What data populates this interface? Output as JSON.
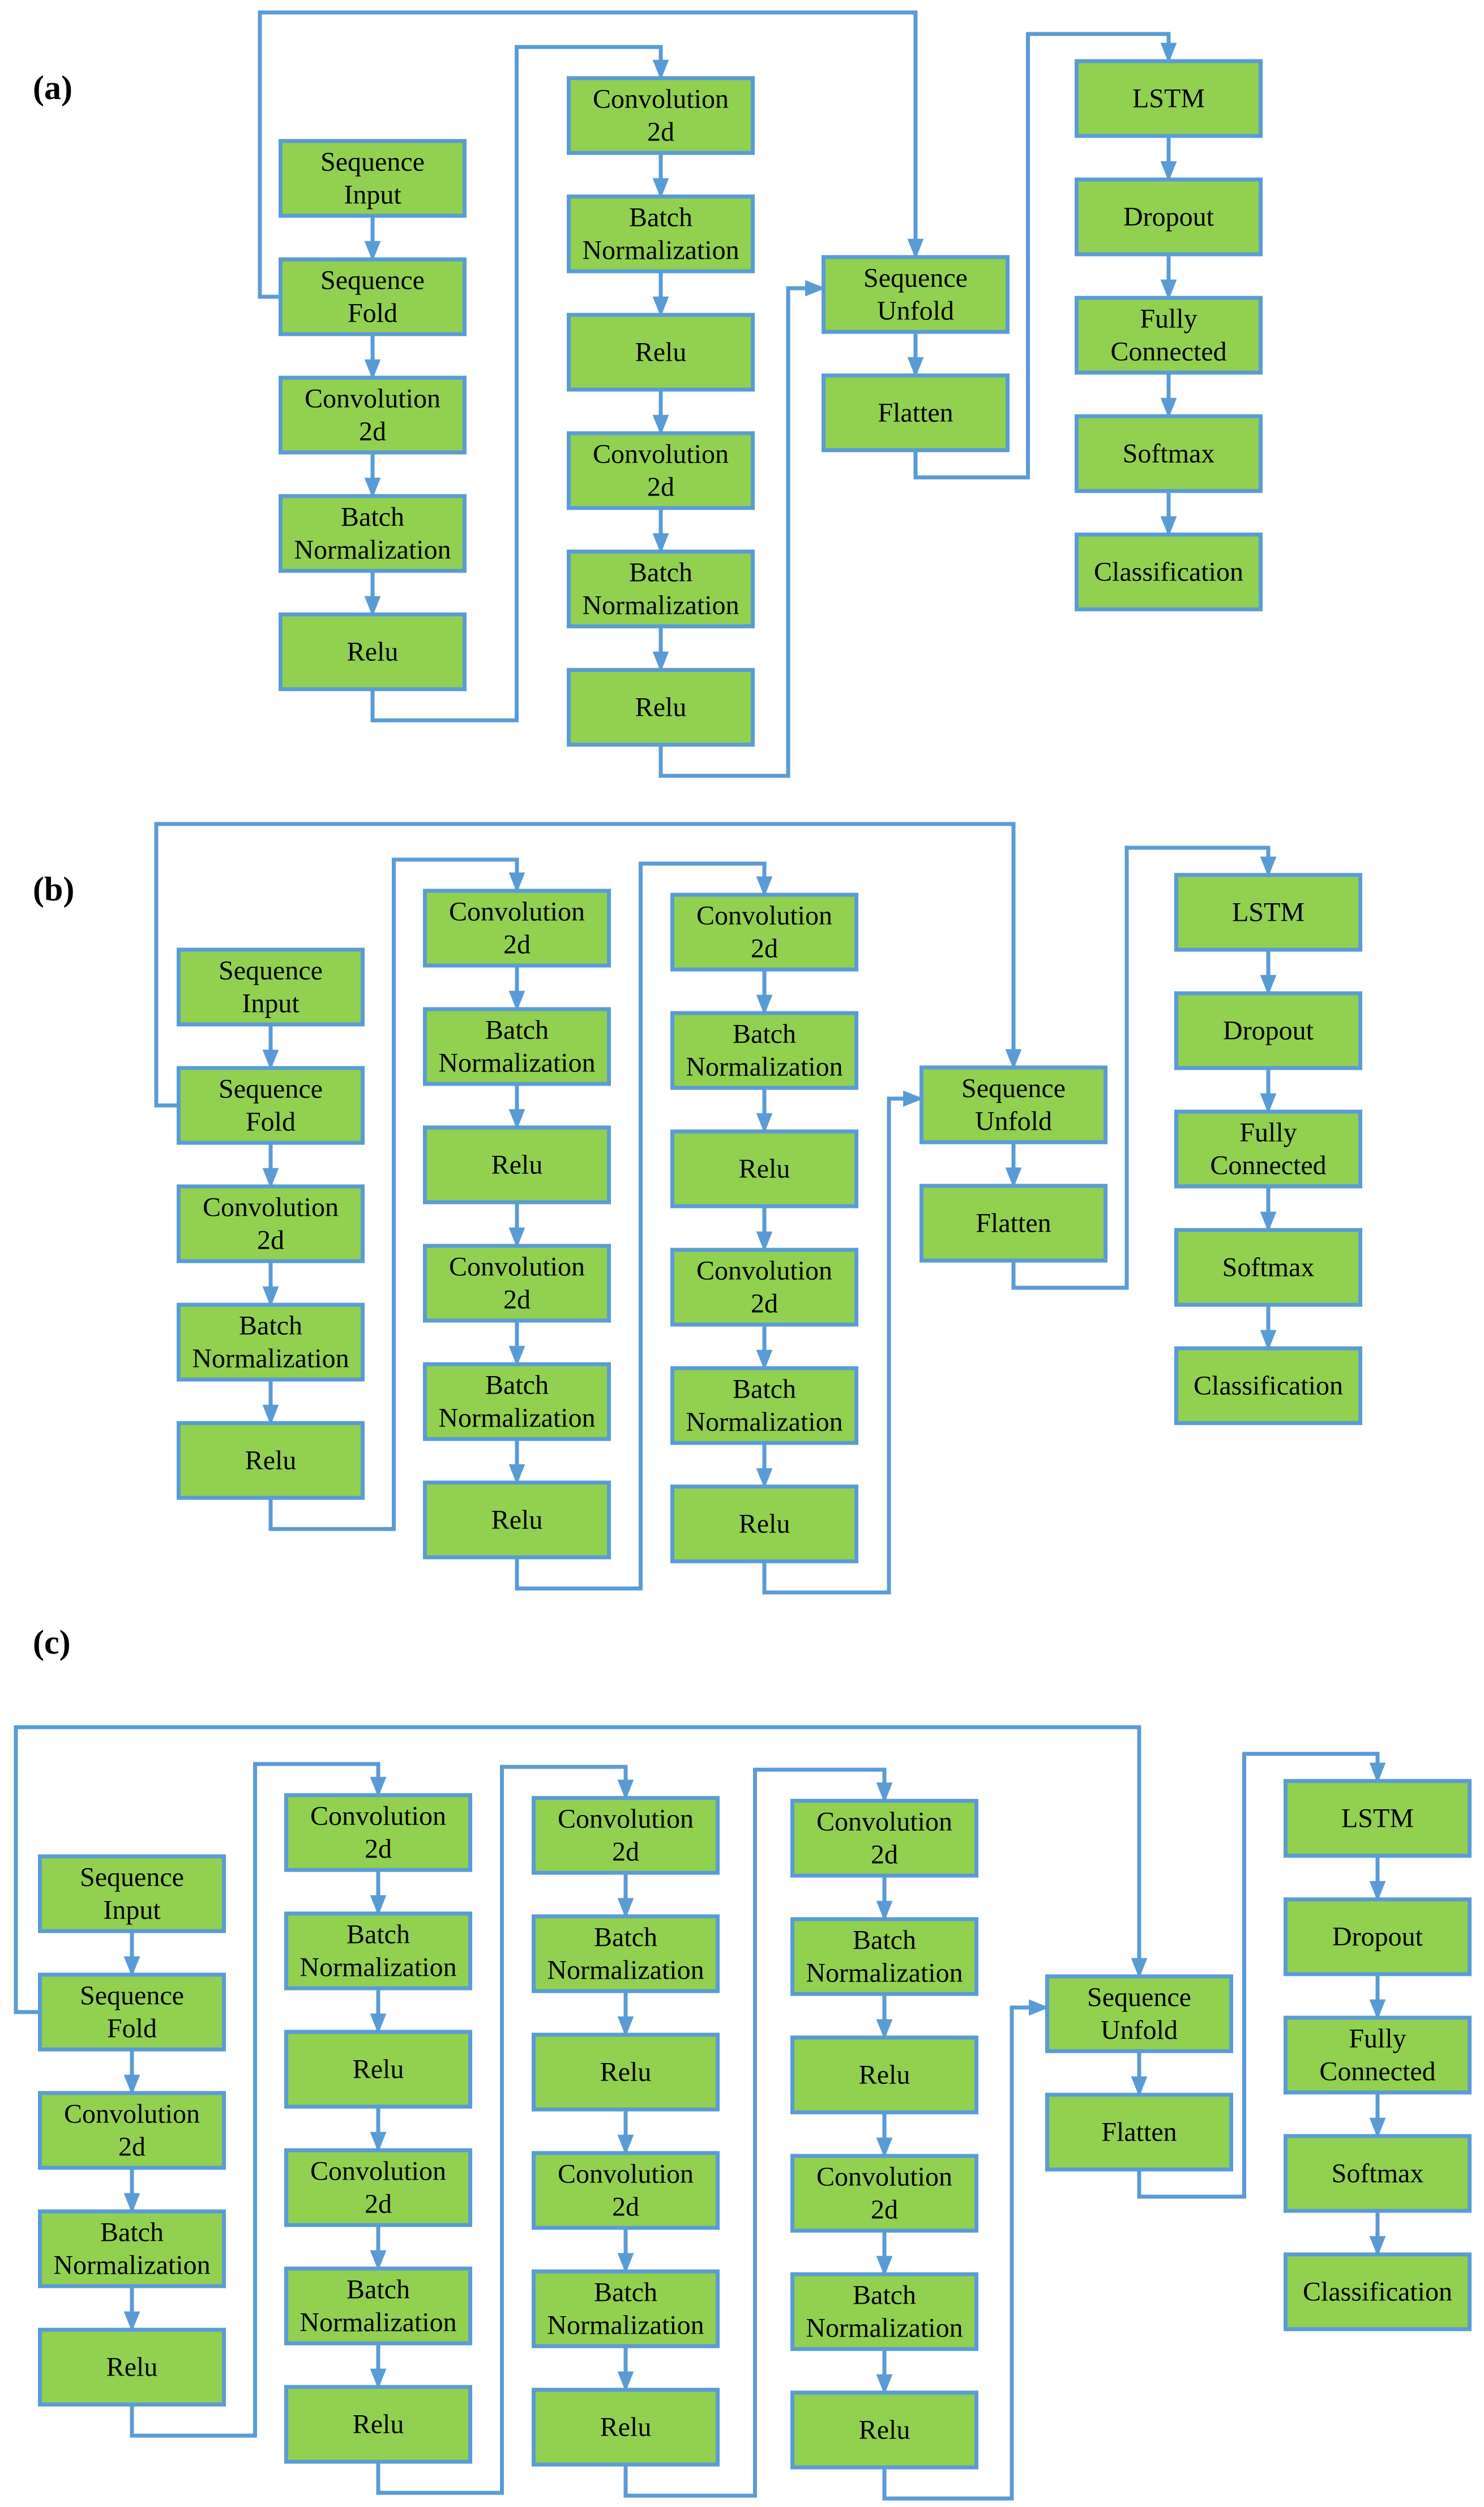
{
  "colors": {
    "box_fill": "#92D050",
    "box_border": "#5B9BD5",
    "connector": "#5B9BD5",
    "text": "#000000"
  },
  "panels": [
    {
      "label": "(a)",
      "blocks": [
        [
          "Sequence\nInput",
          "Sequence\nFold",
          "Convolution\n2d",
          "Batch\nNormalization",
          "Relu"
        ],
        [
          "Convolution\n2d",
          "Batch\nNormalization",
          "Relu",
          "Convolution\n2d",
          "Batch\nNormalization",
          "Relu"
        ],
        [
          "Sequence\nUnfold",
          "Flatten"
        ],
        [
          "LSTM",
          "Dropout",
          "Fully\nConnected",
          "Softmax",
          "Classification"
        ]
      ]
    },
    {
      "label": "(b)",
      "blocks": [
        [
          "Sequence\nInput",
          "Sequence\nFold",
          "Convolution\n2d",
          "Batch\nNormalization",
          "Relu"
        ],
        [
          "Convolution\n2d",
          "Batch\nNormalization",
          "Relu",
          "Convolution\n2d",
          "Batch\nNormalization",
          "Relu"
        ],
        [
          "Convolution\n2d",
          "Batch\nNormalization",
          "Relu",
          "Convolution\n2d",
          "Batch\nNormalization",
          "Relu"
        ],
        [
          "Sequence\nUnfold",
          "Flatten"
        ],
        [
          "LSTM",
          "Dropout",
          "Fully\nConnected",
          "Softmax",
          "Classification"
        ]
      ]
    },
    {
      "label": "(c)",
      "blocks": [
        [
          "Sequence\nInput",
          "Sequence\nFold",
          "Convolution\n2d",
          "Batch\nNormalization",
          "Relu"
        ],
        [
          "Convolution\n2d",
          "Batch\nNormalization",
          "Relu",
          "Convolution\n2d",
          "Batch\nNormalization",
          "Relu"
        ],
        [
          "Convolution\n2d",
          "Batch\nNormalization",
          "Relu",
          "Convolution\n2d",
          "Batch\nNormalization",
          "Relu"
        ],
        [
          "Convolution\n2d",
          "Batch\nNormalization",
          "Relu",
          "Convolution\n2d",
          "Batch\nNormalization",
          "Relu"
        ],
        [
          "Sequence\nUnfold",
          "Flatten"
        ],
        [
          "LSTM",
          "Dropout",
          "Fully\nConnected",
          "Softmax",
          "Classification"
        ]
      ]
    }
  ]
}
